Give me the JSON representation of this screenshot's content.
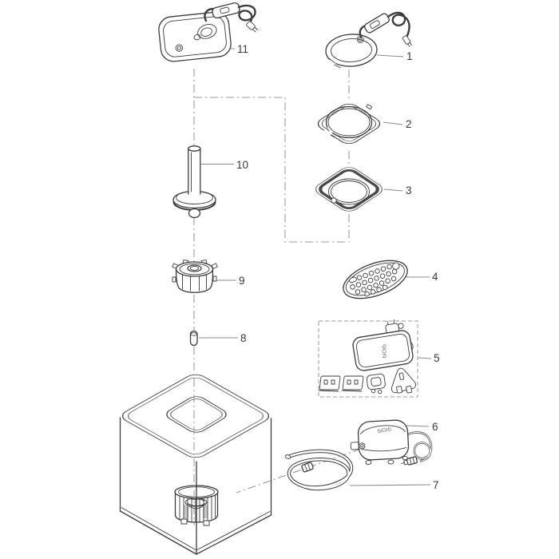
{
  "diagram": {
    "type": "exploded-parts-diagram",
    "brand_text": "biOrb",
    "callouts": [
      {
        "label": "1",
        "part": "light-ring-with-cable"
      },
      {
        "label": "2",
        "part": "top-collar-ring"
      },
      {
        "label": "3",
        "part": "sealing-gasket-ring"
      },
      {
        "label": "4",
        "part": "remote-control"
      },
      {
        "label": "5",
        "part": "power-supply-with-plug-adapters"
      },
      {
        "label": "6",
        "part": "air-pump"
      },
      {
        "label": "7",
        "part": "airline-tubing"
      },
      {
        "label": "8",
        "part": "bushing"
      },
      {
        "label": "9",
        "part": "filter-cap"
      },
      {
        "label": "10",
        "part": "bubble-tube-with-plate"
      },
      {
        "label": "11",
        "part": "lid-light-unit-with-cable"
      }
    ],
    "colors": {
      "background": "#ffffff",
      "part_outline": "#3d3d3d",
      "gasket": "#4a4a4a",
      "leader_line": "#8c8c8c",
      "centerline": "#9a9a9a",
      "label_text": "#3a3a3a",
      "brand_text": "#6a6a6a"
    }
  }
}
